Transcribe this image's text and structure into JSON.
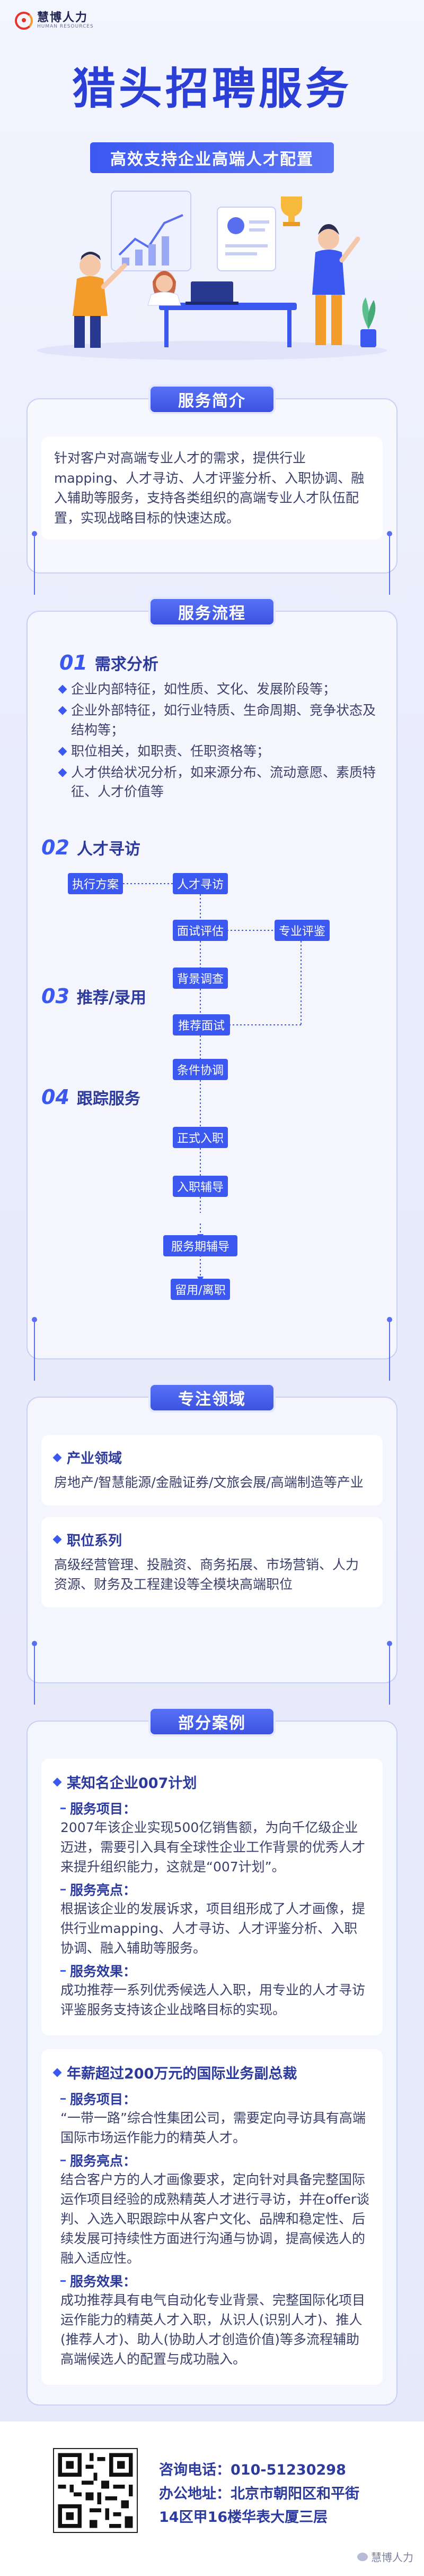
{
  "brand": {
    "name_cn": "慧博人力",
    "name_en": "HUMAN RESOURCES"
  },
  "header": {
    "title": "猎头招聘服务",
    "subtitle": "高效支持企业高端人才配置"
  },
  "intro": {
    "tab": "服务简介",
    "text": "针对客户对高端专业人才的需求，提供行业mapping、人才寻访、人才评鉴分析、入职协调、融入辅助等服务，支持各类组织的高端专业人才队伍配置，实现战略目标的快速达成。"
  },
  "process": {
    "tab": "服务流程",
    "steps": [
      {
        "num": "01",
        "title": "需求分析"
      },
      {
        "num": "02",
        "title": "人才寻访"
      },
      {
        "num": "03",
        "title": "推荐/录用"
      },
      {
        "num": "04",
        "title": "跟踪服务"
      }
    ],
    "bullets": [
      "企业内部特征，如性质、文化、发展阶段等；",
      "企业外部特征，如行业特质、生命周期、竞争状态及结构等；",
      "职位相关，如职责、任职资格等；",
      "人才供给状况分析，如来源分布、流动意愿、素质特征、人才价值等"
    ],
    "nodes": {
      "exec": "执行方案",
      "search": "人才寻访",
      "interview": "面试评估",
      "pro_eval": "专业评鉴",
      "bg_check": "背景调查",
      "recommend": "推荐面试",
      "terms": "条件协调",
      "onboard": "正式入职",
      "onboard_aid": "入职辅导",
      "service_aid": "服务期辅导",
      "retain": "留用/离职"
    }
  },
  "domain": {
    "tab": "专注领域",
    "items": [
      {
        "title": "产业领域",
        "text": "房地产/智慧能源/金融证券/文旅会展/高端制造等产业"
      },
      {
        "title": "职位系列",
        "text": "高级经营管理、投融资、商务拓展、市场营销、人力资源、财务及工程建设等全模块高端职位"
      }
    ]
  },
  "cases": {
    "tab": "部分案例",
    "items": [
      {
        "title": "某知名企业007计划",
        "project_label": "服务项目：",
        "project_text": "2007年该企业实现500亿销售额，为向千亿级企业迈进，需要引入具有全球性企业工作背景的优秀人才来提升组织能力，这就是“007计划”。",
        "highlight_label": "服务亮点：",
        "highlight_text": "根据该企业的发展诉求，项目组形成了人才画像，提供行业mapping、人才寻访、人才评鉴分析、入职协调、融入辅助等服务。",
        "result_label": "服务效果：",
        "result_text": "成功推荐一系列优秀候选人入职，用专业的人才寻访评鉴服务支持该企业战略目标的实现。"
      },
      {
        "title": "年薪超过200万元的国际业务副总裁",
        "project_label": "服务项目：",
        "project_text": "“一带一路”综合性集团公司，需要定向寻访具有高端国际市场运作能力的精英人才。",
        "highlight_label": "服务亮点：",
        "highlight_text": "结合客户方的人才画像要求，定向针对具备完整国际运作项目经验的成熟精英人才进行寻访，并在offer谈判、入选入职跟踪中从客户文化、品牌和稳定性、后续发展可持续性方面进行沟通与协调，提高候选人的融入适应性。",
        "result_label": "服务效果：",
        "result_text": "成功推荐具有电气自动化专业背景、完整国际化项目运作能力的精英人才入职，从识人(识别人才)、推人(推荐人才)、助人(协助人才创造价值)等多流程辅助高端候选人的配置与成功融入。"
      }
    ]
  },
  "footer": {
    "phone_label": "咨询电话：",
    "phone": "010-51230298",
    "address_label": "办公地址：",
    "address_line1": "北京市朝阳区和平街",
    "address_line2": "14区甲16楼华表大厦三层",
    "watermark": "慧博人力"
  },
  "colors": {
    "primary": "#3b58f0",
    "title": "#2b3fd6",
    "text": "#3a3f6b",
    "accent_orange": "#f39c2b"
  }
}
